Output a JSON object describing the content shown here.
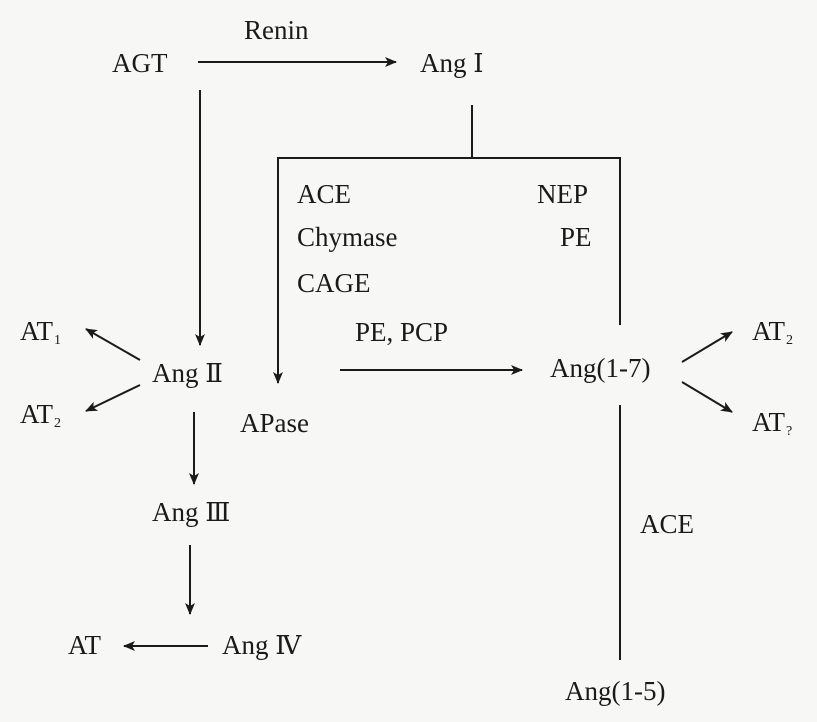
{
  "nodes": {
    "agt": "AGT",
    "ang1": {
      "prefix": "Ang",
      "numeral": "Ⅰ"
    },
    "ang2": {
      "prefix": "Ang",
      "numeral": "Ⅱ"
    },
    "ang3": {
      "prefix": "Ang",
      "numeral": "Ⅲ"
    },
    "ang4": {
      "prefix": "Ang",
      "numeral": "Ⅳ"
    },
    "ang17": "Ang(1-7)",
    "ang15": "Ang(1-5)",
    "apase": "APase",
    "at_bottom": "AT",
    "at1_left": {
      "base": "AT",
      "sub": "1"
    },
    "at2_left": {
      "base": "AT",
      "sub": "2"
    },
    "at2_right": {
      "base": "AT",
      "sub": "2"
    },
    "at7_right": {
      "base": "AT",
      "sub": "?"
    }
  },
  "enzymes": {
    "renin": "Renin",
    "ace_left": "ACE",
    "chymase": "Chymase",
    "cage": "CAGE",
    "nep": "NEP",
    "pe_right": "PE",
    "pe_pcp": "PE, PCP",
    "ace_right": "ACE"
  },
  "colors": {
    "ink": "#1a1a1a",
    "background": "#f7f7f5"
  }
}
